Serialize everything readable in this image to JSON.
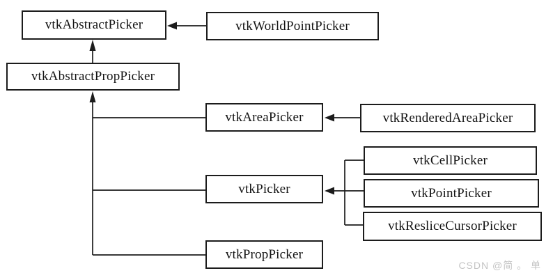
{
  "diagram": {
    "type": "class-inheritance-diagram",
    "subject": "VTK picker classes",
    "nodes": [
      {
        "id": "abstract-picker",
        "label": "vtkAbstractPicker"
      },
      {
        "id": "world-point-picker",
        "label": "vtkWorldPointPicker"
      },
      {
        "id": "abstract-prop-picker",
        "label": "vtkAbstractPropPicker"
      },
      {
        "id": "area-picker",
        "label": "vtkAreaPicker"
      },
      {
        "id": "rendered-area-picker",
        "label": "vtkRenderedAreaPicker"
      },
      {
        "id": "cell-picker",
        "label": "vtkCellPicker"
      },
      {
        "id": "picker",
        "label": "vtkPicker"
      },
      {
        "id": "point-picker",
        "label": "vtkPointPicker"
      },
      {
        "id": "reslice-cursor-picker",
        "label": "vtkResliceCursorPicker"
      },
      {
        "id": "prop-picker",
        "label": "vtkPropPicker"
      }
    ],
    "edges": [
      {
        "from": "vtkWorldPointPicker",
        "to": "vtkAbstractPicker"
      },
      {
        "from": "vtkAbstractPropPicker",
        "to": "vtkAbstractPicker"
      },
      {
        "from": "vtkAreaPicker",
        "to": "vtkAbstractPropPicker"
      },
      {
        "from": "vtkPicker",
        "to": "vtkAbstractPropPicker"
      },
      {
        "from": "vtkPropPicker",
        "to": "vtkAbstractPropPicker"
      },
      {
        "from": "vtkRenderedAreaPicker",
        "to": "vtkAreaPicker"
      },
      {
        "from": "vtkCellPicker",
        "to": "vtkPicker"
      },
      {
        "from": "vtkPointPicker",
        "to": "vtkPicker"
      },
      {
        "from": "vtkResliceCursorPicker",
        "to": "vtkPicker"
      }
    ],
    "colors": {
      "line": "#1c1c1c",
      "box_border": "#1c1c1c",
      "box_fill": "#ffffff",
      "text": "#131313",
      "watermark": "#c4c4c4",
      "background": "#ffffff"
    },
    "watermark": "CSDN @简 。 单"
  }
}
